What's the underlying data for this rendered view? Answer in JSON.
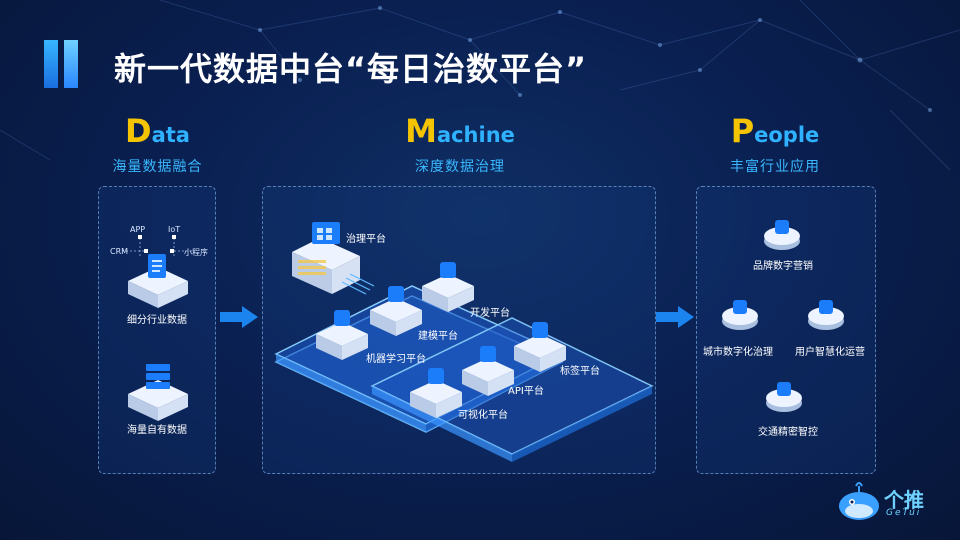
{
  "title": "新一代数据中台“每日治数平台”",
  "columns": {
    "data": {
      "cap": "D",
      "rest": "ata",
      "subtitle": "海量数据融合"
    },
    "machine": {
      "cap": "M",
      "rest": "achine",
      "subtitle": "深度数据治理"
    },
    "people": {
      "cap": "P",
      "rest": "eople",
      "subtitle": "丰富行业应用"
    }
  },
  "data_panel": {
    "sources": {
      "app": "APP",
      "iot": "IoT",
      "crm": "CRM",
      "mini": "小程序"
    },
    "block1": "细分行业数据",
    "block2": "海量自有数据"
  },
  "machine_panel": {
    "governance": "治理平台",
    "dev": "开发平台",
    "modeling": "建模平台",
    "ml": "机器学习平台",
    "tag": "标签平台",
    "api": "API平台",
    "viz": "可视化平台"
  },
  "people_panel": {
    "brand": "品牌数字营销",
    "city": "城市数字化治理",
    "user_ops": "用户智慧化运营",
    "traffic": "交通精密智控"
  },
  "logo": {
    "cn": "个推",
    "en": "GeTui"
  },
  "colors": {
    "accent": "#2fb2ff",
    "highlight": "#f5c400",
    "background": "#0a2052"
  }
}
